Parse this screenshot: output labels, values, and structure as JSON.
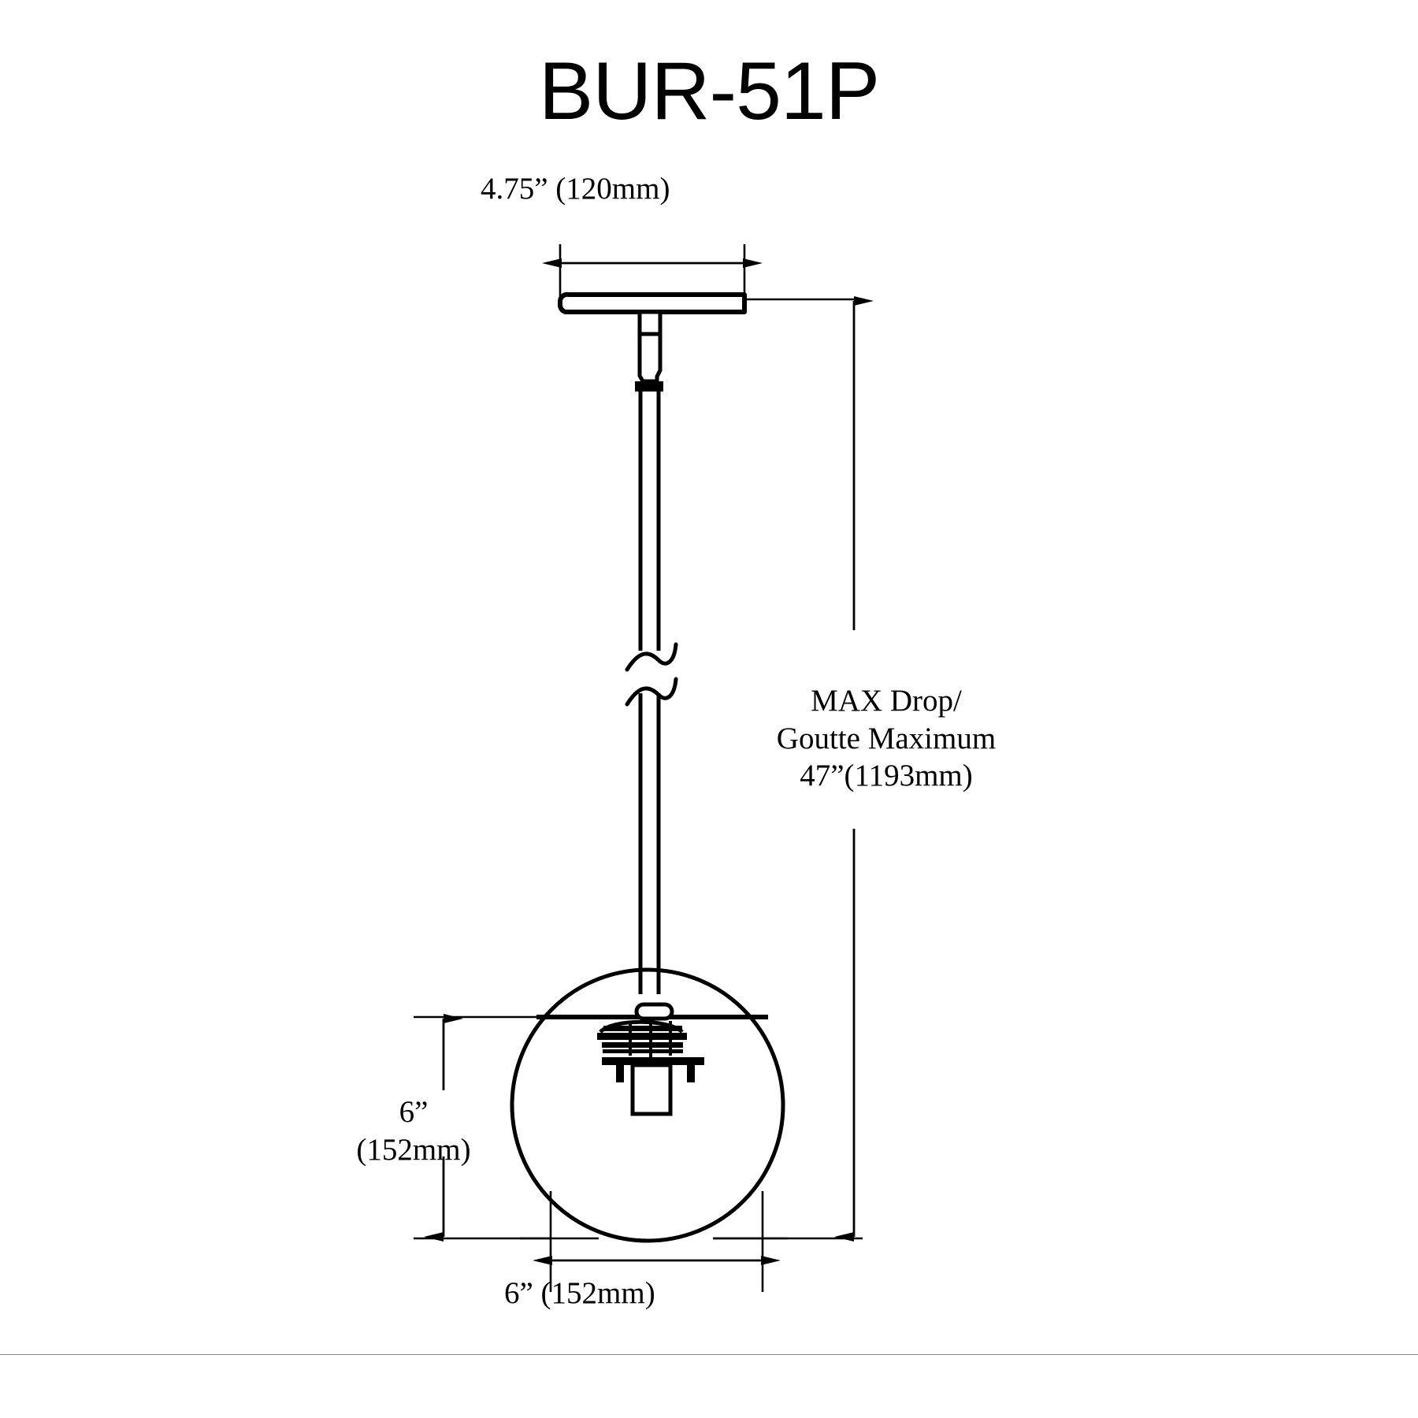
{
  "document": {
    "title": "BUR-51P",
    "type": "product-dimension-drawing",
    "background_color": "#ffffff",
    "line_color": "#000000",
    "footer_rule_color": "#8a8a8a"
  },
  "dimensions": {
    "canopy_width": {
      "label": "4.75” (120mm)",
      "inches": "4.75”",
      "millimeters": "120mm"
    },
    "max_drop": {
      "line1": "MAX Drop/",
      "line2": "Goutte Maximum",
      "line3": "47”(1193mm)",
      "inches": "47”",
      "millimeters": "1193mm"
    },
    "globe_height": {
      "line1": "6”",
      "line2": "(152mm)",
      "inches": "6”",
      "millimeters": "152mm"
    },
    "globe_width": {
      "label": "6” (152mm)",
      "inches": "6”",
      "millimeters": "152mm"
    }
  },
  "parts": {
    "canopy": "ceiling-canopy-plate",
    "stem": "downrod-stem",
    "break_symbol": "stem-break-symbol",
    "shade": "flat-disc-shade",
    "fitter": "globe-fitter-hardware",
    "socket": "socket-cup",
    "globe": "spherical-glass-globe"
  }
}
